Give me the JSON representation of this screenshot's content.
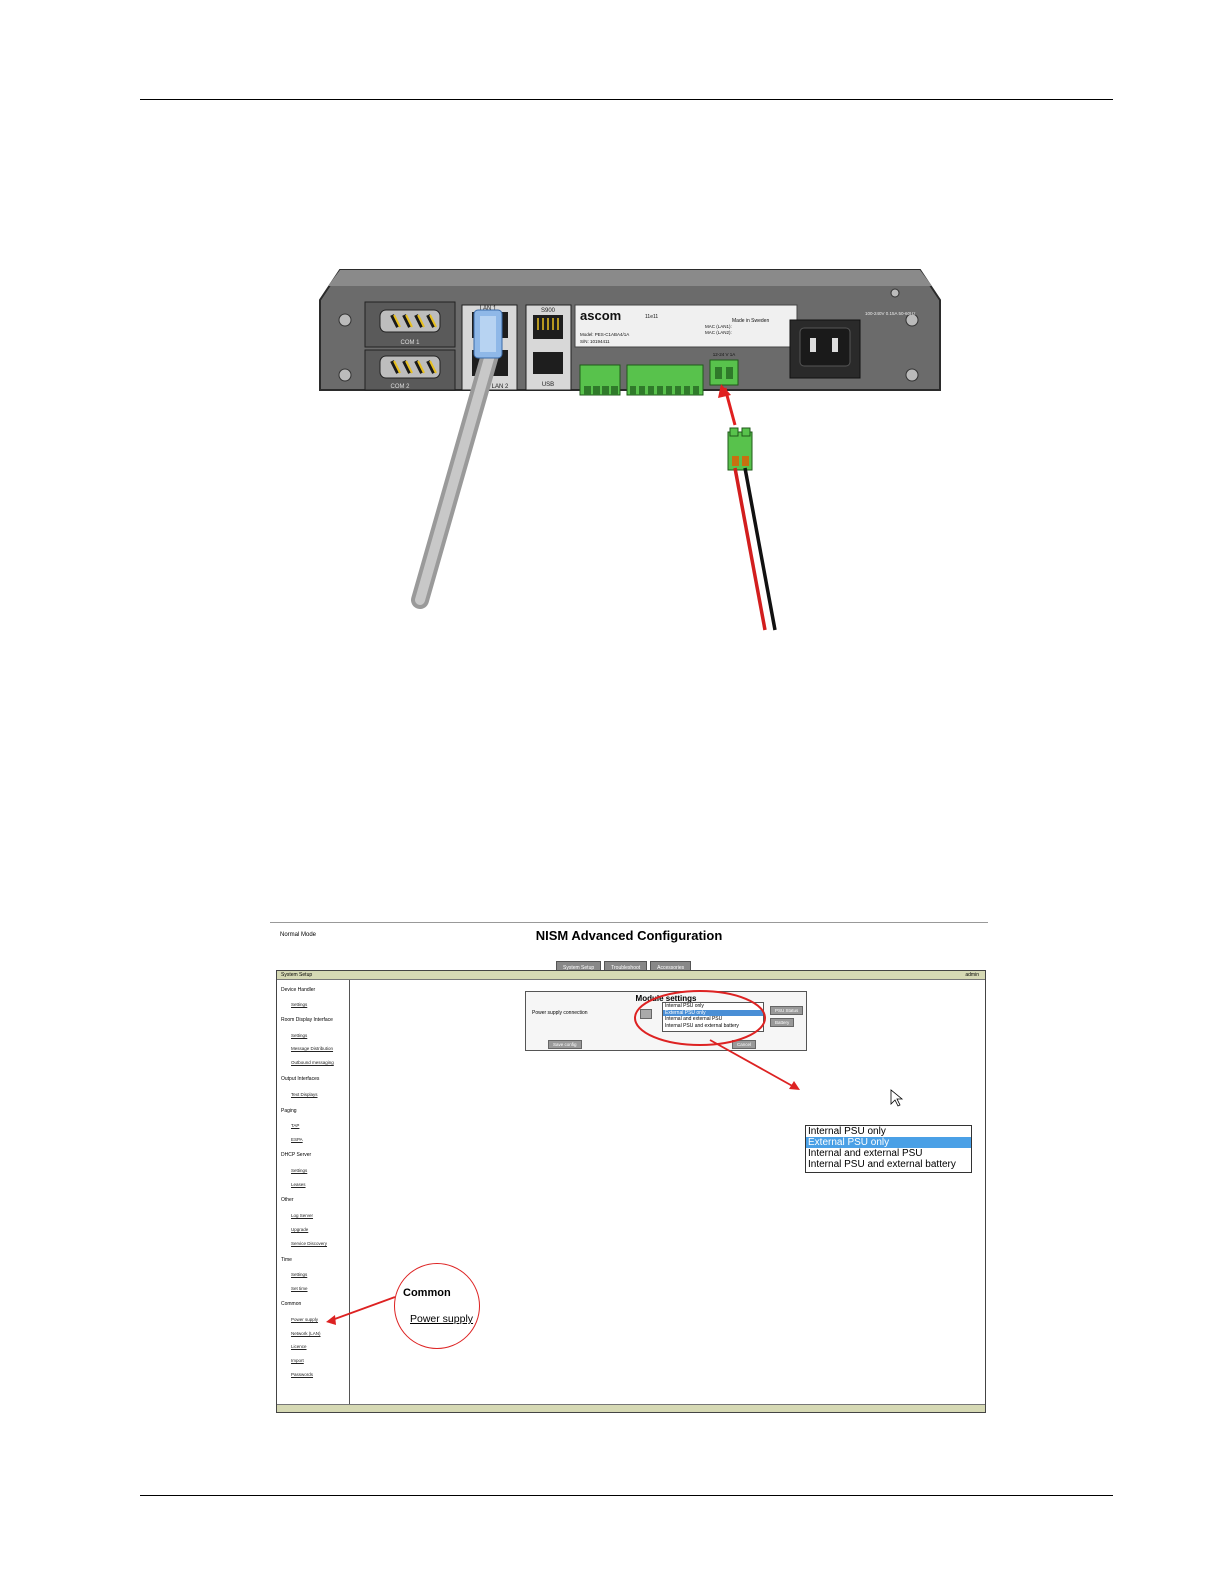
{
  "device": {
    "brand": "ascom",
    "model_code": "11e11",
    "made_in": "Made in Sweden",
    "ports": {
      "com1": "COM 1",
      "com2": "COM 2",
      "lan1": "LAN 1",
      "lan2": "LAN 2",
      "s900": "S900",
      "usb": "USB",
      "power_label": "12-24 V 1A",
      "mains": "100-240V 0.15A 50-60Hz"
    },
    "label_lines": {
      "model": "Model: PES-C1ABA4/1A",
      "serial": "S/N: 10194411",
      "mac1": "MAC (LAN1):",
      "mac2": "MAC (LAN2):"
    },
    "colors": {
      "chassis": "#6a6a6a",
      "terminal": "#58c24c",
      "red_wire": "#d21e1e",
      "black_wire": "#111111",
      "arrow": "#e02020"
    }
  },
  "nism": {
    "mode": "Normal Mode",
    "title": "NISM Advanced Configuration",
    "top_buttons": [
      "System Setup",
      "Troubleshoot",
      "Accessories"
    ],
    "titlebar_left": "System Setup",
    "titlebar_right": "admin",
    "nav": [
      {
        "head": "Device Handler",
        "links": [
          "Settings"
        ]
      },
      {
        "head": "Room Display Interface",
        "links": [
          "Settings",
          "Message Distribution",
          "Outbound messaging"
        ]
      },
      {
        "head": "Output Interfaces",
        "links": [
          "Text Displays"
        ]
      },
      {
        "head": "Paging",
        "links": [
          "TAP",
          "ESPA"
        ]
      },
      {
        "head": "DHCP Server",
        "links": [
          "Settings",
          "Leases"
        ]
      },
      {
        "head": "Other",
        "links": [
          "Log Server",
          "Upgrade",
          "Service Discovery"
        ]
      },
      {
        "head": "Time",
        "links": [
          "Settings",
          "Set time"
        ]
      },
      {
        "head": "Common",
        "links": [
          "Power supply",
          "Network (LAN)",
          "Licence",
          "Import",
          "Passwords"
        ]
      }
    ],
    "module": {
      "title": "Module settings",
      "label": "Power supply connection",
      "options": [
        "Internal PSU only",
        "External PSU only",
        "Internal and external PSU",
        "Internal PSU and external battery"
      ],
      "selected_index": 1,
      "btn_right1": "PSU Status",
      "btn_right2": "Battery",
      "btn_bottom_left": "Save config",
      "btn_bottom_right": "Cancel"
    },
    "callout": {
      "head": "Common",
      "link": "Power supply"
    }
  }
}
